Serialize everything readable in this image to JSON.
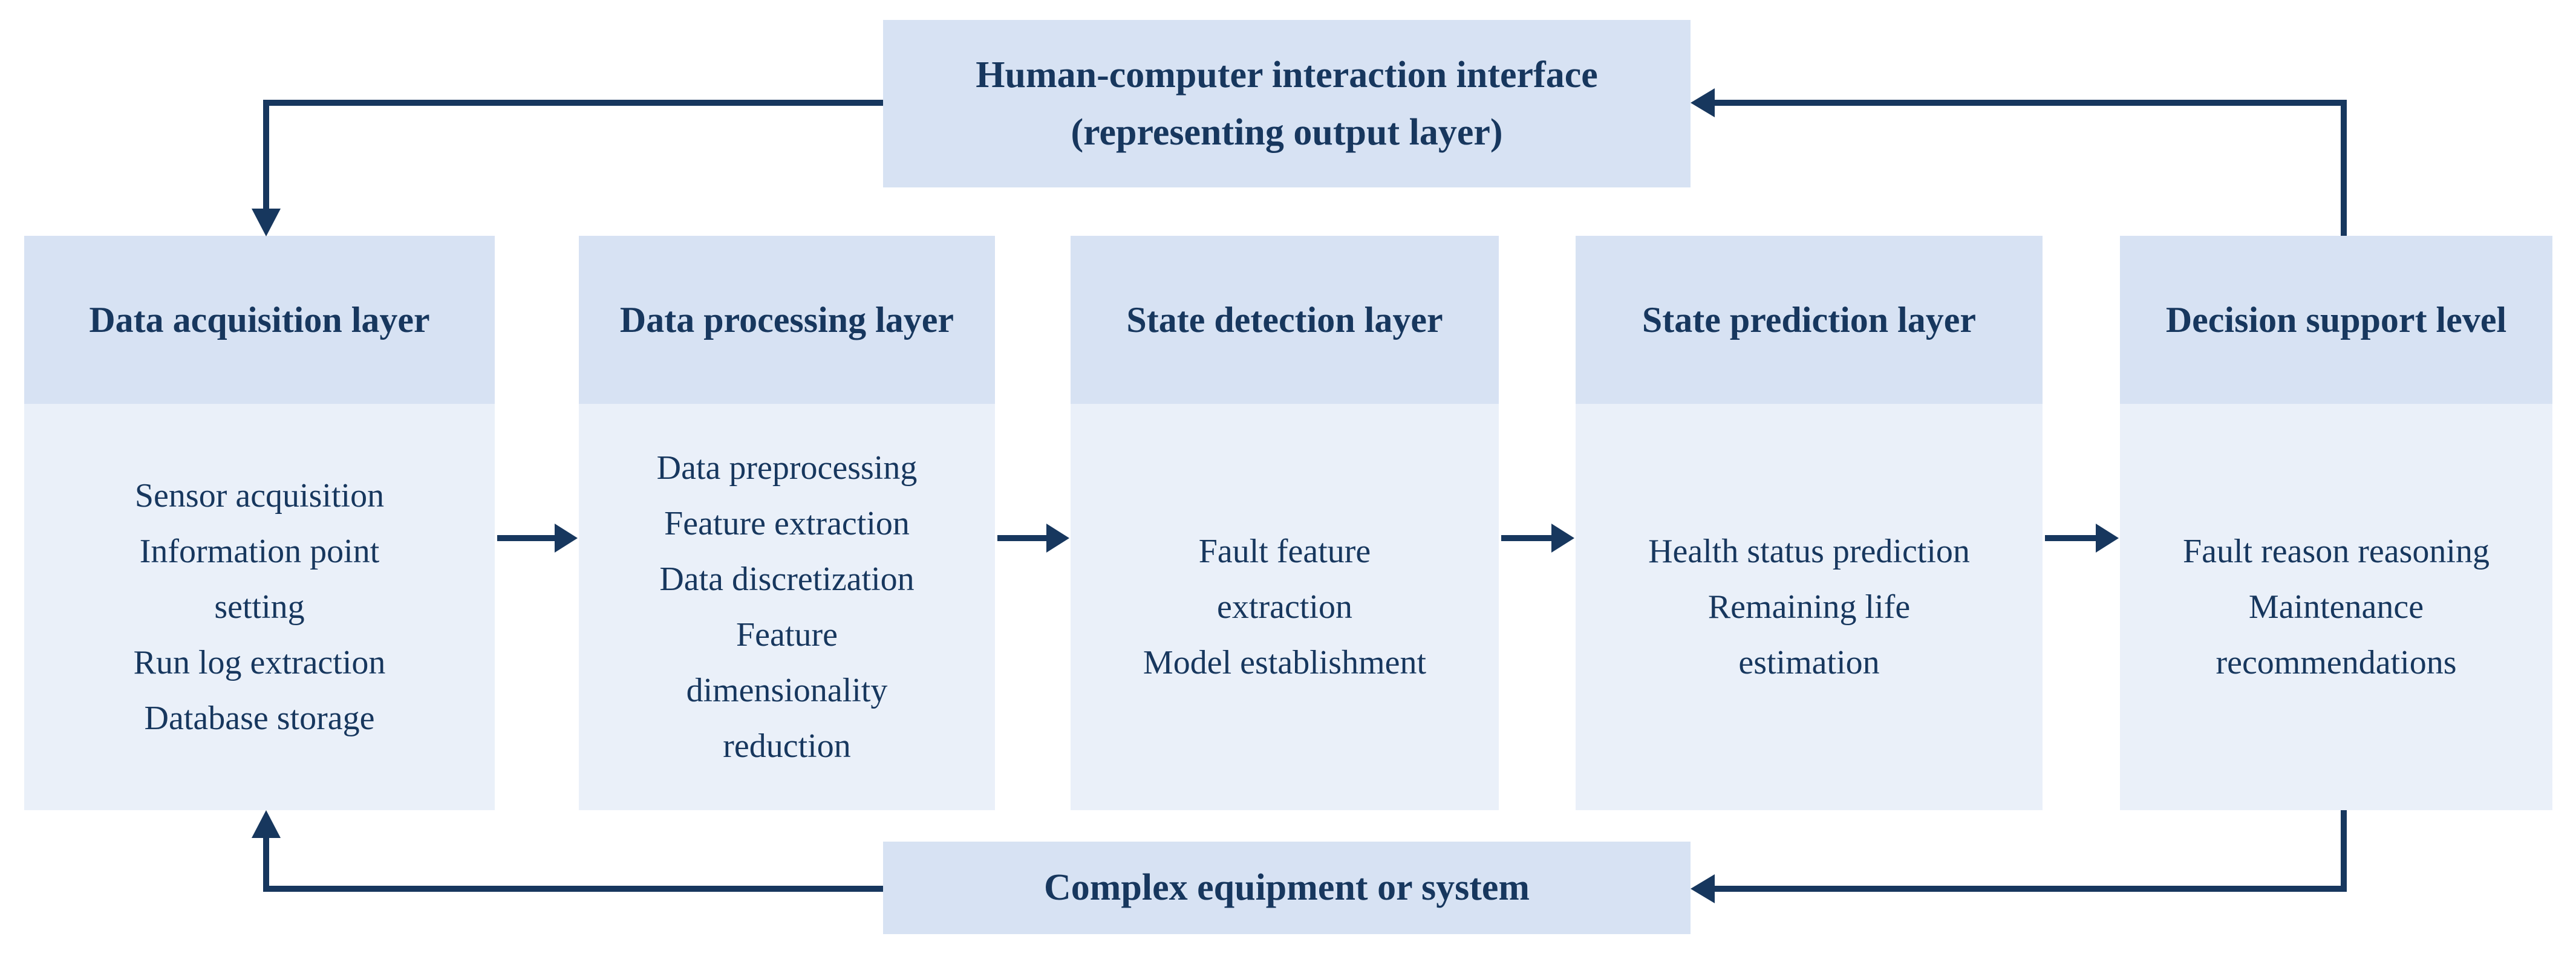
{
  "diagram": {
    "title_hint": "PHM layered architecture flow diagram",
    "top_box": {
      "lines": [
        "Human-computer interaction interface",
        "(representing output layer)"
      ]
    },
    "bottom_box": {
      "lines": [
        "Complex equipment or system"
      ]
    },
    "columns": [
      {
        "header": "Data acquisition layer",
        "lines": [
          "Sensor acquisition",
          "Information point",
          "setting",
          "Run log extraction",
          "Database storage"
        ]
      },
      {
        "header": "Data processing layer",
        "lines": [
          "Data preprocessing",
          "Feature extraction",
          "Data discretization",
          "Feature",
          "dimensionality",
          "reduction"
        ]
      },
      {
        "header": "State detection layer",
        "lines": [
          "Fault feature",
          "extraction",
          "Model establishment"
        ]
      },
      {
        "header": "State prediction layer",
        "lines": [
          "Health status prediction",
          "Remaining life",
          "estimation"
        ]
      },
      {
        "header": "Decision support level",
        "lines": [
          "Fault reason reasoning",
          "Maintenance",
          "recommendations"
        ]
      }
    ],
    "colors": {
      "background": "#ffffff",
      "box_fill": "#d7e2f3",
      "panel_fill": "#eaf0f9",
      "line": "#17375e"
    }
  }
}
